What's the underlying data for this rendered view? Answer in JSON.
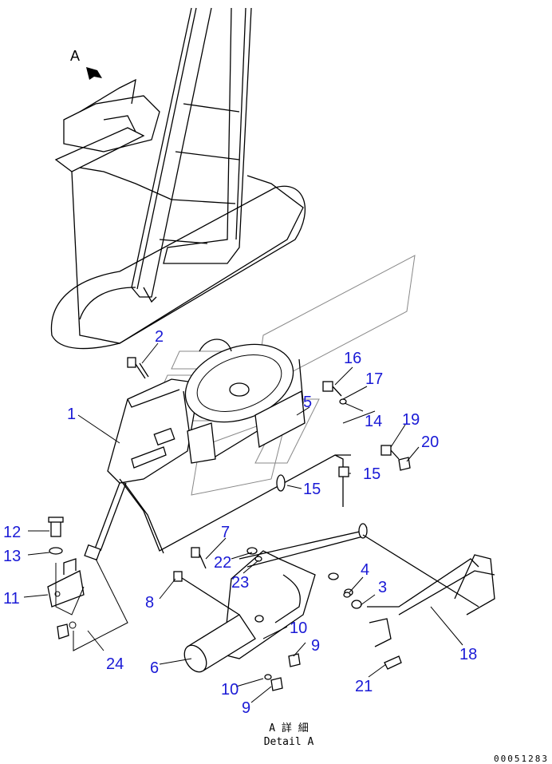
{
  "view_marker": "A",
  "callouts": [
    {
      "id": "c1",
      "text": "1"
    },
    {
      "id": "c2",
      "text": "2"
    },
    {
      "id": "c3",
      "text": "3"
    },
    {
      "id": "c4",
      "text": "4"
    },
    {
      "id": "c5",
      "text": "5"
    },
    {
      "id": "c6",
      "text": "6"
    },
    {
      "id": "c7",
      "text": "7"
    },
    {
      "id": "c8",
      "text": "8"
    },
    {
      "id": "c9a",
      "text": "9"
    },
    {
      "id": "c9b",
      "text": "9"
    },
    {
      "id": "c10a",
      "text": "10"
    },
    {
      "id": "c10b",
      "text": "10"
    },
    {
      "id": "c11",
      "text": "11"
    },
    {
      "id": "c12",
      "text": "12"
    },
    {
      "id": "c13",
      "text": "13"
    },
    {
      "id": "c14",
      "text": "14"
    },
    {
      "id": "c15a",
      "text": "15"
    },
    {
      "id": "c15b",
      "text": "15"
    },
    {
      "id": "c16",
      "text": "16"
    },
    {
      "id": "c17",
      "text": "17"
    },
    {
      "id": "c18",
      "text": "18"
    },
    {
      "id": "c19",
      "text": "19"
    },
    {
      "id": "c20",
      "text": "20"
    },
    {
      "id": "c21",
      "text": "21"
    },
    {
      "id": "c22",
      "text": "22"
    },
    {
      "id": "c23",
      "text": "23"
    },
    {
      "id": "c24",
      "text": "24"
    }
  ],
  "caption": {
    "line1": "A 詳 細",
    "line2": "Detail A"
  },
  "drawing_number": "00051283"
}
